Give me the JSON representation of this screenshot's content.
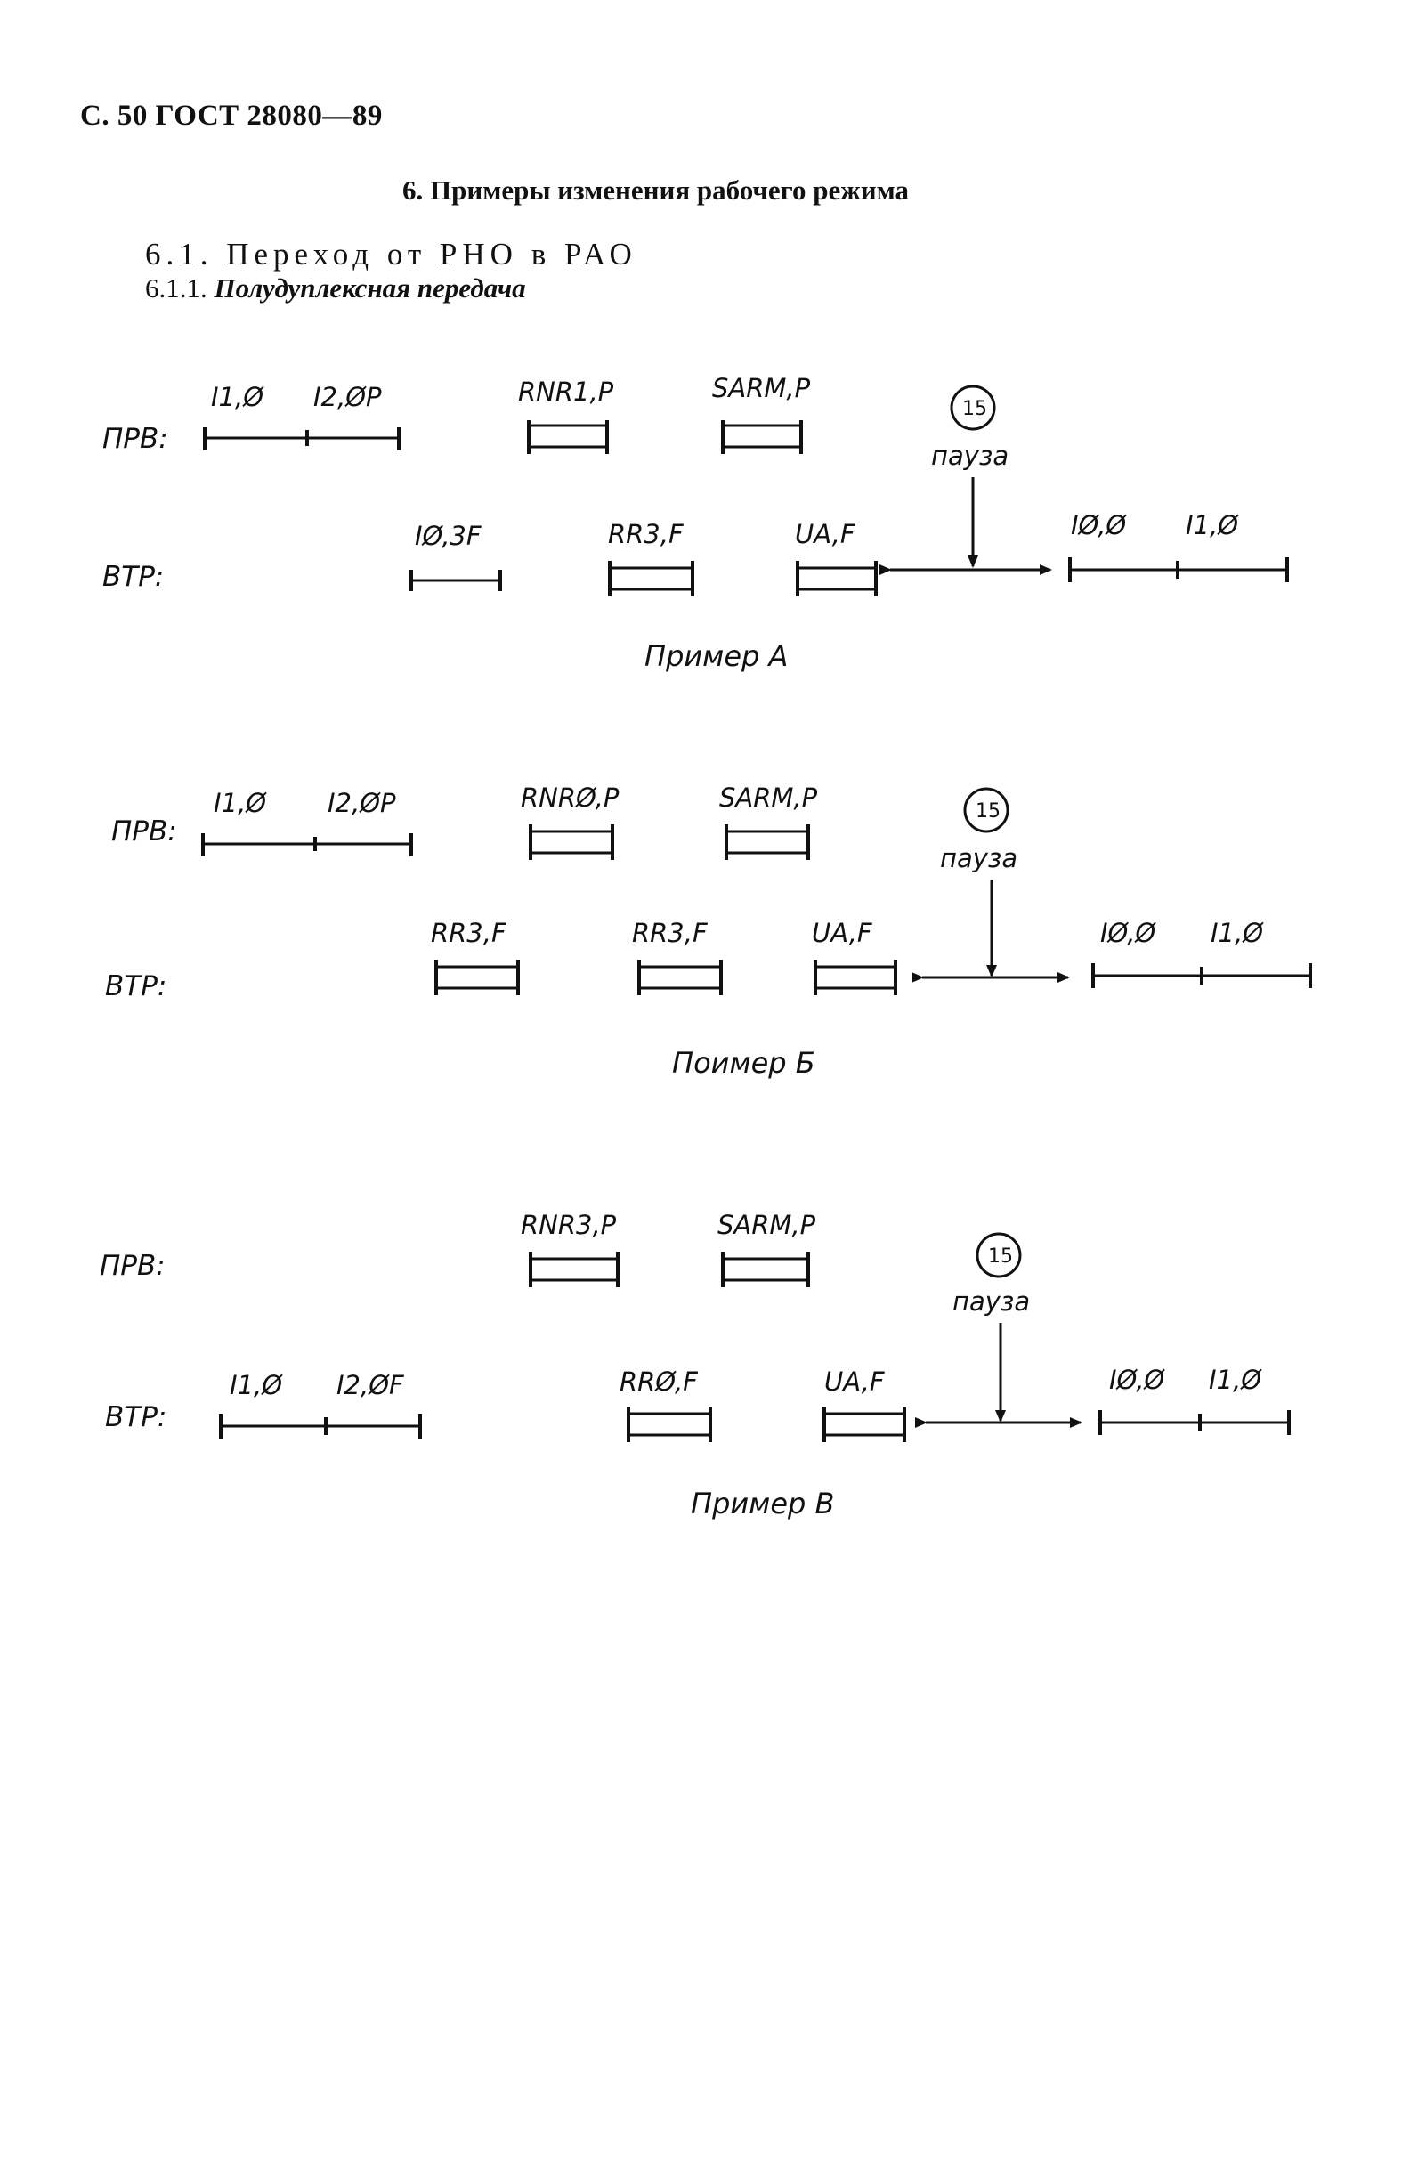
{
  "header": {
    "page": "С. 50 ГОСТ 28080—89"
  },
  "section": {
    "title": "6. Примеры изменения рабочего режима",
    "sub_number": "6.1.",
    "sub_title": "Переход от РНО в РАО",
    "subsub_number": "6.1.1.",
    "subsub_title": "Полудуплексная передача"
  },
  "examples": [
    {
      "row_prv": "ПРВ:",
      "row_vtr": "ВТР:",
      "prv_labels": [
        "I1,Ø",
        "I2,ØP",
        "RNR1,P",
        "SARM,P"
      ],
      "vtr_labels": [
        "IØ,3F",
        "RR3,F",
        "UA,F",
        "IØ,Ø",
        "I1,Ø"
      ],
      "pause_number": "15",
      "pause_label": "пауза",
      "caption": "Пример А"
    },
    {
      "row_prv": "ПРВ:",
      "row_vtr": "ВТР:",
      "prv_labels": [
        "I1,Ø",
        "I2,ØP",
        "RNRØ,P",
        "SARM,P"
      ],
      "vtr_labels": [
        "RR3,F",
        "RR3,F",
        "UA,F",
        "IØ,Ø",
        "I1,Ø"
      ],
      "pause_number": "15",
      "pause_label": "пауза",
      "caption": "Поимер Б"
    },
    {
      "row_prv": "ПРВ:",
      "row_vtr": "ВТР:",
      "prv_labels": [
        "RNR3,P",
        "SARM,P"
      ],
      "vtr_labels": [
        "I1,Ø",
        "I2,ØF",
        "RRØ,F",
        "UA,F",
        "IØ,Ø",
        "I1,Ø"
      ],
      "pause_number": "15",
      "pause_label": "пауза",
      "caption": "Пример В"
    }
  ]
}
